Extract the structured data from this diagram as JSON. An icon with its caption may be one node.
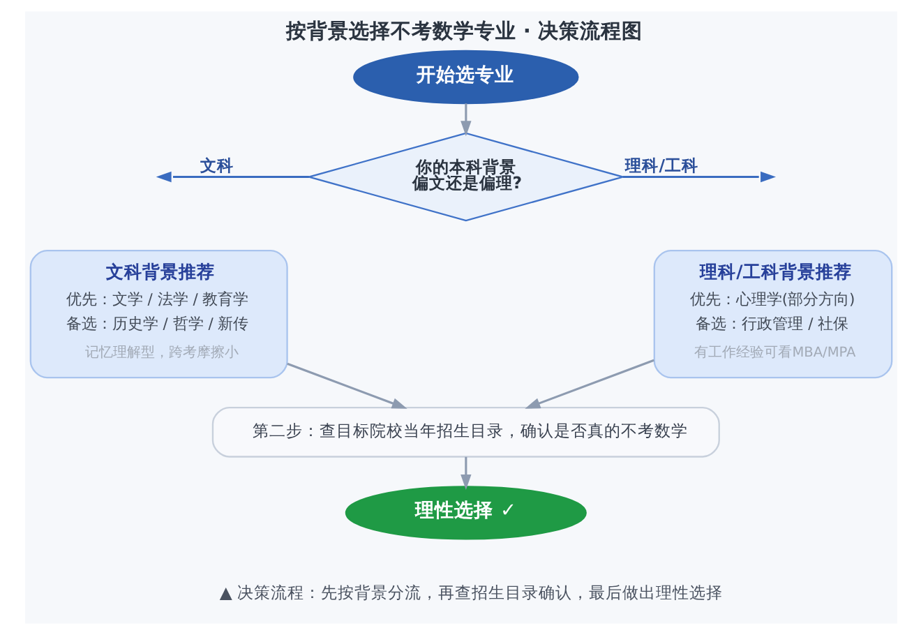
{
  "diagram": {
    "title": "按背景选择不考数学专业 · 决策流程图",
    "caption": "▲ 决策流程：先按背景分流，再查招生目录确认，最后做出理性选择",
    "nodes": [
      {
        "text": [
          "开始选专业"
        ]
      },
      {
        "text": [
          "你的本科背景偏文还是偏理?"
        ]
      },
      {
        "text": [
          "文科背景推荐",
          "优先：文学 / 法学 / 教育学",
          "备选：历史学 / 哲学 / 新传",
          "记忆理解型，跨考摩擦小"
        ]
      },
      {
        "text": [
          "理科/工科背景推荐",
          "优先：心理学(部分方向)",
          "备选：行政管理 / 社保",
          "有工作经验可看MBA/MPA"
        ]
      },
      {
        "text": [
          "第二步：查目标院校当年招生目录，确认是否真的不考数学"
        ]
      },
      {
        "text": [
          "理性选择 ✓"
        ]
      }
    ],
    "edges": [
      {
        "from": 0,
        "to": 1,
        "arrow": "to"
      },
      {
        "from": 1,
        "to": null,
        "arrow": "to",
        "label": "文科",
        "color": "#3a6cc0"
      },
      {
        "from": 1,
        "to": null,
        "arrow": "to",
        "label": "理科/工科",
        "color": "#3a6cc0"
      },
      {
        "from": 2,
        "to": 4,
        "arrow": "to"
      },
      {
        "from": 3,
        "to": 4,
        "arrow": "to"
      },
      {
        "from": 4,
        "to": 5,
        "arrow": "to"
      }
    ]
  }
}
